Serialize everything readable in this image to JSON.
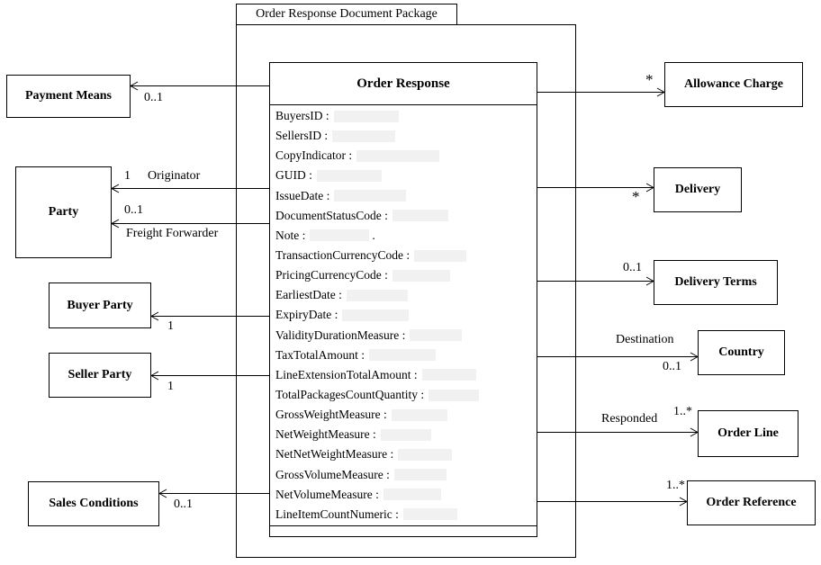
{
  "package": {
    "tab_label": "Order Response Document Package"
  },
  "class_box": {
    "title": "Order Response",
    "attributes": [
      {
        "label": "BuyersID :",
        "ph_w": 72,
        "after": ""
      },
      {
        "label": "SellersID :",
        "ph_w": 70,
        "after": ""
      },
      {
        "label": "CopyIndicator :",
        "ph_w": 92,
        "after": ""
      },
      {
        "label": "GUID :",
        "ph_w": 72,
        "after": ""
      },
      {
        "label": "IssueDate :",
        "ph_w": 80,
        "after": ""
      },
      {
        "label": "DocumentStatusCode :",
        "ph_w": 62,
        "after": ""
      },
      {
        "label": "Note :",
        "ph_w": 66,
        "after": "."
      },
      {
        "label": "TransactionCurrencyCode :",
        "ph_w": 58,
        "after": ""
      },
      {
        "label": "PricingCurrencyCode :",
        "ph_w": 64,
        "after": ""
      },
      {
        "label": "EarliestDate :",
        "ph_w": 68,
        "after": ""
      },
      {
        "label": "ExpiryDate :",
        "ph_w": 74,
        "after": ""
      },
      {
        "label": "ValidityDurationMeasure :",
        "ph_w": 58,
        "after": ""
      },
      {
        "label": "TaxTotalAmount :",
        "ph_w": 74,
        "after": ""
      },
      {
        "label": "LineExtensionTotalAmount :",
        "ph_w": 60,
        "after": ""
      },
      {
        "label": "TotalPackagesCountQuantity :",
        "ph_w": 56,
        "after": ""
      },
      {
        "label": "GrossWeightMeasure :",
        "ph_w": 62,
        "after": ""
      },
      {
        "label": "NetWeightMeasure :",
        "ph_w": 56,
        "after": ""
      },
      {
        "label": "NetNetWeightMeasure :",
        "ph_w": 60,
        "after": ""
      },
      {
        "label": "GrossVolumeMeasure :",
        "ph_w": 58,
        "after": ""
      },
      {
        "label": "NetVolumeMeasure :",
        "ph_w": 64,
        "after": ""
      },
      {
        "label": "LineItemCountNumeric :",
        "ph_w": 60,
        "after": ""
      }
    ]
  },
  "nodes": {
    "payment_means": {
      "label": "Payment Means"
    },
    "party": {
      "label": "Party"
    },
    "buyer_party": {
      "label": "Buyer Party"
    },
    "seller_party": {
      "label": "Seller Party"
    },
    "sales_conditions": {
      "label": "Sales Conditions"
    },
    "allowance_charge": {
      "label": "Allowance Charge"
    },
    "delivery": {
      "label": "Delivery"
    },
    "delivery_terms": {
      "label": "Delivery Terms"
    },
    "country": {
      "label": "Country"
    },
    "order_line": {
      "label": "Order Line"
    },
    "order_reference": {
      "label": "Order Reference"
    }
  },
  "connectors": {
    "payment_means": {
      "mult": "0..1"
    },
    "originator": {
      "mult": "1",
      "role": "Originator"
    },
    "freight_forwarder": {
      "mult": "0..1",
      "role": "Freight Forwarder"
    },
    "buyer_party": {
      "mult": "1"
    },
    "seller_party": {
      "mult": "1"
    },
    "sales_conditions": {
      "mult": "0..1"
    },
    "allowance_charge": {
      "mult": "*"
    },
    "delivery": {
      "mult": "*"
    },
    "delivery_terms": {
      "mult": "0..1"
    },
    "country": {
      "mult": "0..1",
      "role": "Destination"
    },
    "order_line": {
      "mult": "1..*",
      "role": "Responded"
    },
    "order_reference": {
      "mult": "1..*"
    }
  },
  "colors": {
    "line": "#000000",
    "background": "#ffffff",
    "placeholder": "#f1f1f1"
  }
}
